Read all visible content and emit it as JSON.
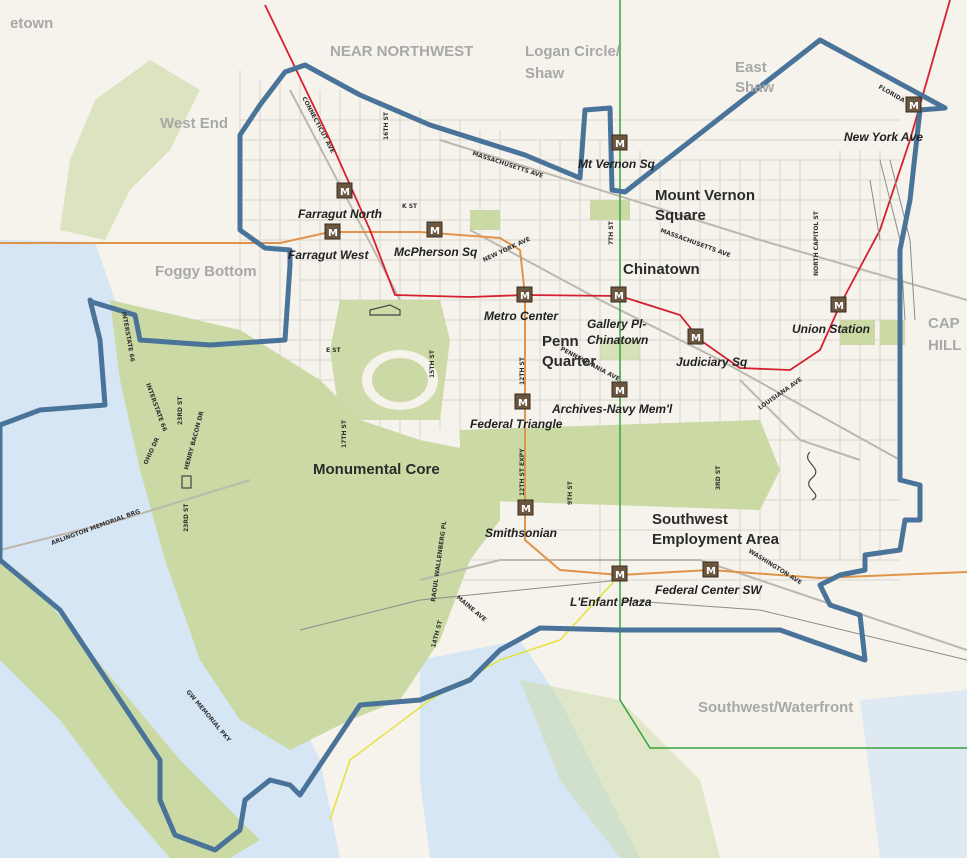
{
  "colors": {
    "land": "#f5f3ec",
    "water": "#d6e6f5",
    "park": "#cbd9a4",
    "boundary": "#4a7399",
    "red_line": "#d6202f",
    "orange_line": "#e0944a",
    "green_line": "#3aa33a",
    "yellow_line": "#e7e23a",
    "metro_icon": "#6b5640"
  },
  "neighborhoods": {
    "georgetown": "etown",
    "near_northwest": "NEAR NORTHWEST",
    "logan_circle": "Logan Circle/",
    "logan_shaw": "Shaw",
    "east_shaw_1": "East",
    "east_shaw_2": "Shaw",
    "west_end": "West End",
    "foggy_bottom": "Foggy Bottom",
    "capitol_hill_1": "CAP",
    "capitol_hill_2": "HILL",
    "southwest_waterfront": "Southwest/Waterfront"
  },
  "areas": {
    "mount_vernon_1": "Mount Vernon",
    "mount_vernon_2": "Square",
    "chinatown": "Chinatown",
    "penn_1": "Penn",
    "penn_2": "Quarter",
    "monumental_core": "Monumental Core",
    "southwest_employment_1": "Southwest",
    "southwest_employment_2": "Employment Area"
  },
  "stations": {
    "mt_vernon_sq": "Mt Vernon Sq",
    "new_york_ave": "New York Ave",
    "farragut_north": "Farragut North",
    "farragut_west": "Farragut West",
    "mcpherson_sq": "McPherson Sq",
    "metro_center": "Metro Center",
    "gallery_pl_1": "Gallery Pl-",
    "gallery_pl_2": "Chinatown",
    "judiciary_sq": "Judiciary Sq",
    "union_station": "Union Station",
    "archives": "Archives-Navy Mem'l",
    "federal_triangle": "Federal Triangle",
    "smithsonian": "Smithsonian",
    "lenfant_plaza": "L'Enfant Plaza",
    "federal_center_sw": "Federal Center SW"
  },
  "metro_icon_letter": "M",
  "streets": {
    "connecticut_ave": "CONNECTICUT AVE",
    "sixteenth_st": "16TH ST",
    "massachusetts_ave_1": "MASSACHUSETTS AVE",
    "massachusetts_ave_2": "MASSACHUSETTS AVE",
    "k_st": "K ST",
    "new_york_ave": "NEW YORK AVE",
    "seventh_st": "7TH ST",
    "north_capitol_st": "NORTH CAPITOL ST",
    "florida": "FLORIDA",
    "e_st": "E ST",
    "fifteenth_st": "15TH ST",
    "twelfth_st": "12TH ST",
    "pennsylvania_ave": "PENNSYLVANIA AVE",
    "seventeenth_st": "17TH ST",
    "interstate_66": "INTERSTATE 66",
    "interstate_66b": "INTERSTATE 66",
    "ohio_dr": "OHIO DR",
    "henry_bacon_dr": "HENRY BACON DR",
    "twenty_third_st_1": "23RD ST",
    "twenty_third_st_2": "23RD ST",
    "arlington_memorial_brg": "ARLINGTON MEMORIAL BRG",
    "twelfth_st_expy": "12TH ST EXPY",
    "ninth_st": "9TH ST",
    "third_st": "3RD ST",
    "louisiana_ave": "LOUISIANA AVE",
    "washington_ave": "WASHINGTON AVE",
    "raoul_wallenberg_pl": "RAOUL WALLENBERG PL",
    "maine_ave": "MAINE AVE",
    "fourteenth_st": "14TH ST",
    "gw_memorial_pky": "GW MEMORIAL PKY"
  }
}
